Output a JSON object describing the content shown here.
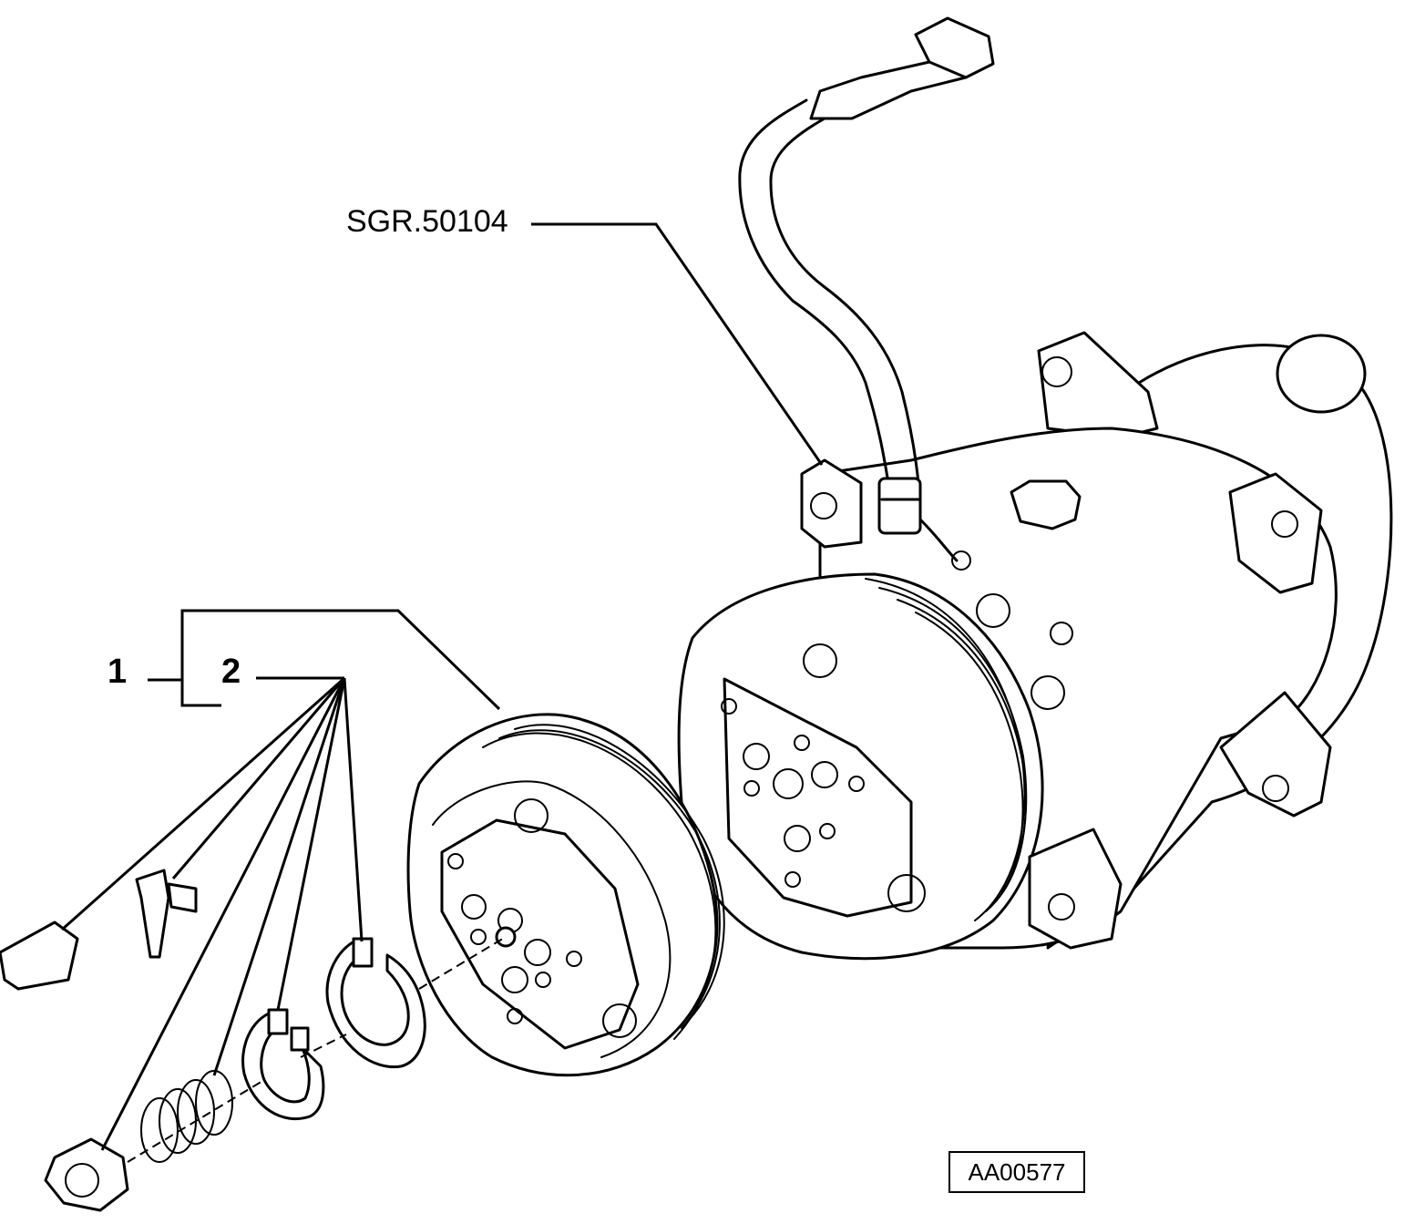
{
  "callouts": {
    "item_1": "1",
    "item_2": "2",
    "reference": "SGR.50104"
  },
  "drawing_code": "AA00577",
  "colors": {
    "line": "#000000",
    "background": "#ffffff"
  }
}
